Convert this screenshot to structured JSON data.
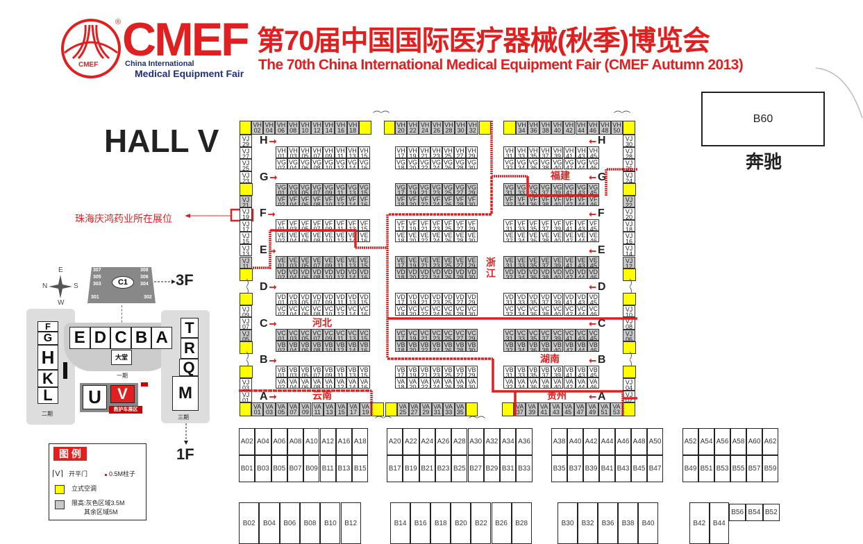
{
  "header": {
    "logo_brand": "CMEF",
    "logo_sub1": "China International",
    "logo_sub2": "Medical Equipment Fair",
    "logo_seal": "CMEF",
    "registered": "®",
    "title_cn": "第70届中国国际医疗器械(秋季)博览会",
    "title_en": "The 70th China International Medical Equipment Fair (CMEF Autumn 2013)"
  },
  "hall_title": "HALL V",
  "annotation": "珠海庆鸿药业所在展位",
  "b60": {
    "label": "B60",
    "exhibitor": "奔驰"
  },
  "colors": {
    "red": "#e02020",
    "navy": "#1f2f7a",
    "gray_zone": "#c8c8c8",
    "ac_yellow": "#ffff00"
  },
  "top_row": [
    {
      "prefix": "VH",
      "nums": [
        "02",
        "04",
        "06",
        "08",
        "10",
        "12",
        "14",
        "16",
        "18"
      ]
    },
    {
      "prefix": "VH",
      "nums": [
        "20",
        "22",
        "24",
        "26",
        "28",
        "30",
        "32"
      ]
    },
    {
      "prefix": "VH",
      "nums": [
        "34",
        "36",
        "38",
        "40",
        "42",
        "44",
        "46",
        "48",
        "50"
      ]
    }
  ],
  "bottom_row": [
    {
      "prefix": "VA",
      "nums": [
        "01",
        "03",
        "05",
        "07",
        "09",
        "11",
        "13",
        "15",
        "17",
        "19"
      ]
    },
    {
      "prefix": "VA",
      "nums": [
        "25",
        "27",
        "29",
        "31",
        "33",
        "35"
      ]
    },
    {
      "prefix": "VA",
      "nums": [
        "37",
        "39",
        "41",
        "43",
        "45",
        "47",
        "49",
        "51",
        "53"
      ]
    }
  ],
  "block_numbers": {
    "left_odd": [
      "01",
      "03",
      "05",
      "07",
      "09",
      "11",
      "13",
      "15"
    ],
    "left_even": [
      "02",
      "04",
      "06",
      "08",
      "10",
      "12",
      "14",
      "16"
    ],
    "mid_odd": [
      "17",
      "19",
      "21",
      "23",
      "25",
      "27",
      "29"
    ],
    "mid_even": [
      "18",
      "20",
      "22",
      "24",
      "26",
      "28",
      "30"
    ],
    "right_odd": [
      "31",
      "33",
      "35",
      "37",
      "39",
      "41",
      "43",
      "45"
    ],
    "right_even": [
      "32",
      "34",
      "36",
      "38",
      "40",
      "42",
      "44",
      "46"
    ]
  },
  "block_rows": [
    {
      "upper": "VH",
      "lower": "VG",
      "zone": "white"
    },
    {
      "upper": "VG",
      "lower": "VF",
      "zone": "gray"
    },
    {
      "upper": "VF",
      "lower": "VE",
      "zone": "white"
    },
    {
      "upper": "VE",
      "lower": "VD",
      "zone": "gray"
    },
    {
      "upper": "VD",
      "lower": "VC",
      "zone": "white"
    },
    {
      "upper": "VC",
      "lower": "VB",
      "zone": "gray"
    },
    {
      "upper": "VB",
      "lower": "VA",
      "zone": "white"
    }
  ],
  "aisles": [
    "H",
    "G",
    "F",
    "E",
    "D",
    "C",
    "B",
    "A"
  ],
  "left_column": [
    {
      "label": "VJ29",
      "zone": "white"
    },
    {
      "label": "VJ27",
      "zone": "white"
    },
    {
      "label": "VJ25",
      "zone": "white"
    },
    {
      "label": "VJ23",
      "zone": "white"
    },
    {
      "type": "ac"
    },
    {
      "label": "VJ21",
      "zone": "gray"
    },
    {
      "label": "VJ19",
      "zone": "white"
    },
    {
      "label": "VJ17",
      "zone": "white"
    },
    {
      "label": "VJ15",
      "zone": "white"
    },
    {
      "label": "VJ13",
      "zone": "white"
    },
    {
      "label": "VJ11",
      "zone": "gray"
    },
    {
      "type": "ac"
    },
    {
      "type": "door"
    },
    {
      "type": "ac"
    },
    {
      "label": "VJ09",
      "zone": "white"
    },
    {
      "label": "VJ07",
      "zone": "white"
    },
    {
      "label": "VJ05",
      "zone": "gray"
    },
    {
      "type": "ac"
    },
    {
      "type": "door"
    },
    {
      "type": "ac"
    },
    {
      "label": "VJ03",
      "zone": "white"
    },
    {
      "label": "VJ01",
      "zone": "white"
    }
  ],
  "right_column": [
    {
      "label": "VJ30",
      "zone": "white"
    },
    {
      "label": "VJ28",
      "zone": "white"
    },
    {
      "label": "VJ26",
      "zone": "white"
    },
    {
      "label": "VJ24",
      "zone": "white"
    },
    {
      "type": "ac"
    },
    {
      "label": "VJ22",
      "zone": "gray"
    },
    {
      "label": "VJ20",
      "zone": "white"
    },
    {
      "label": "VJ18",
      "zone": "white"
    },
    {
      "label": "VJ16",
      "zone": "white"
    },
    {
      "label": "VJ14",
      "zone": "white"
    },
    {
      "label": "VJ12",
      "zone": "gray"
    },
    {
      "type": "ac"
    },
    {
      "type": "door"
    },
    {
      "type": "ac"
    },
    {
      "label": "VJ10",
      "zone": "white"
    },
    {
      "label": "VJ08",
      "zone": "white"
    },
    {
      "label": "VJ06",
      "zone": "gray"
    },
    {
      "type": "ac"
    },
    {
      "type": "door"
    },
    {
      "type": "ac"
    },
    {
      "label": "VJ04",
      "zone": "white"
    },
    {
      "label": "VJ02",
      "zone": "white"
    }
  ],
  "provinces": {
    "fujian": "福建",
    "zhejiang": "浙江",
    "hebei": "河北",
    "hunan": "湖南",
    "yunnan": "云南",
    "guizhou": "贵州"
  },
  "outdoor_groups": [
    {
      "top": [
        "A02",
        "A04",
        "A06",
        "A08",
        "A10",
        "A12",
        "A16",
        "A18"
      ],
      "bottom": [
        "B01",
        "B03",
        "B05",
        "B07",
        "B09",
        "B11",
        "B13",
        "B15"
      ]
    },
    {
      "top": [
        "A20",
        "A22",
        "A24",
        "A26",
        "A28",
        "A30",
        "A32",
        "A34",
        "A36"
      ],
      "bottom": [
        "B17",
        "B19",
        "B21",
        "B23",
        "B25",
        "B27",
        "B29",
        "B31",
        "B33"
      ]
    },
    {
      "top": [
        "A38",
        "A40",
        "A42",
        "A44",
        "A46",
        "A48",
        "A50"
      ],
      "bottom": [
        "B35",
        "B37",
        "B39",
        "B41",
        "B43",
        "B45",
        "B47"
      ]
    },
    {
      "top": [
        "A52",
        "A54",
        "A56",
        "A58",
        "A60",
        "A62"
      ],
      "bottom": [
        "B49",
        "B51",
        "B53",
        "B55",
        "B57",
        "B59"
      ]
    }
  ],
  "outdoor_lower": [
    [
      "B02",
      "B04",
      "B06",
      "B08",
      "B10",
      "B12"
    ],
    [
      "B14",
      "B16",
      "B18",
      "B20",
      "B22",
      "B26",
      "B28"
    ],
    [
      "B30",
      "B32",
      "B36",
      "B38",
      "B40"
    ],
    [
      "B42",
      "B44"
    ]
  ],
  "outdoor_small": [
    "B56",
    "B54",
    "B52"
  ],
  "site_map": {
    "compass": {
      "n": "N",
      "s": "S",
      "e": "E",
      "w": "W"
    },
    "c1": "C1",
    "floor_3f": "3F",
    "floor_1f": "1F",
    "c1_rooms_left": [
      "307",
      "305",
      "303"
    ],
    "c1_rooms_right": [
      "308",
      "306",
      "304"
    ],
    "room_301": "301",
    "room_302": "302",
    "west_halls": [
      "F",
      "G",
      "H",
      "K",
      "L"
    ],
    "center_halls": [
      "E",
      "D",
      "C",
      "B",
      "A"
    ],
    "east_halls": [
      "T",
      "R",
      "Q",
      "M"
    ],
    "lobby": "大堂",
    "hall_u": "U",
    "hall_v": "V",
    "ambulance": "救护车展区",
    "phase1": "一期",
    "phase2": "二期",
    "phase3": "三期"
  },
  "legend": {
    "title": "图 例",
    "door": "开平门",
    "pillar": "0.5M柱子",
    "ac": "立式空调",
    "height_line1": "限高:灰色区域3.5M",
    "height_line2": "其余区域5M"
  }
}
